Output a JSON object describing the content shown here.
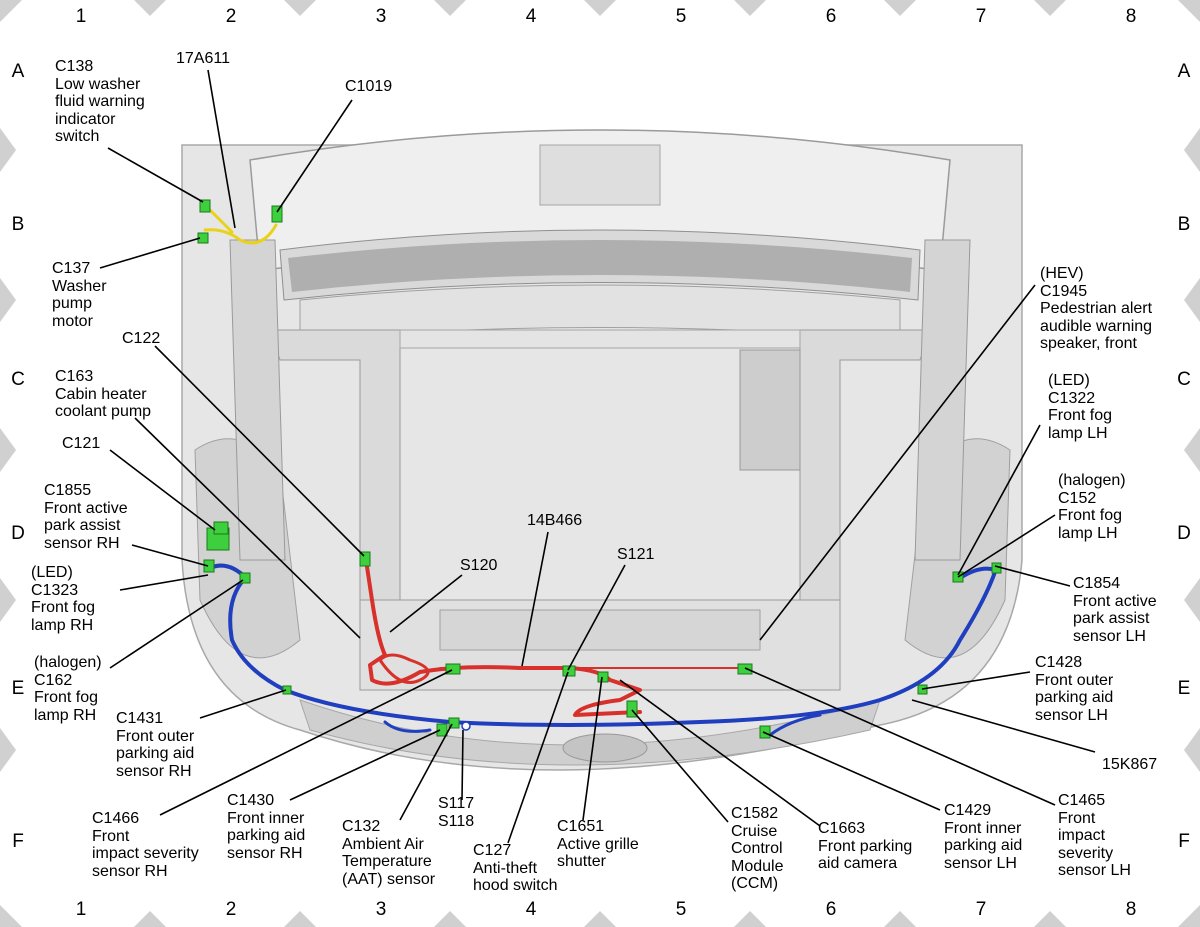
{
  "grid": {
    "columns": [
      "1",
      "2",
      "3",
      "4",
      "5",
      "6",
      "7",
      "8"
    ],
    "rows": [
      "A",
      "B",
      "C",
      "D",
      "E",
      "F"
    ]
  },
  "colors": {
    "harness_front": "#1f3fbf",
    "harness_red": "#d8302a",
    "harness_yellow": "#e8d21a",
    "connector": "#3ecf3e",
    "leader": "#000000",
    "frame_marker": "#d0d0d0"
  },
  "callouts": {
    "c138": "C138\nLow washer\nfluid warning\nindicator\nswitch",
    "h17a611": "17A611",
    "c1019": "C1019",
    "c137": "C137\nWasher\npump\nmotor",
    "c122": "C122",
    "c163": "C163\nCabin heater\ncoolant pump",
    "c121": "C121",
    "c1855": "C1855\nFront active\npark assist\nsensor RH",
    "c1323": "(LED)\nC1323\nFront fog\nlamp RH",
    "c162": "(halogen)\nC162\nFront fog\nlamp RH",
    "c1431": "C1431\nFront outer\nparking aid\nsensor RH",
    "c1466": "C1466\nFront\nimpact severity\nsensor RH",
    "c1430": "C1430\nFront inner\nparking aid\nsensor RH",
    "c132": "C132\nAmbient Air\nTemperature\n(AAT) sensor",
    "s117": "S117\nS118",
    "c127": "C127\nAnti-theft\nhood switch",
    "c1651": "C1651\nActive grille\nshutter",
    "c1582": "C1582\nCruise\nControl\nModule\n(CCM)",
    "c1663": "C1663\nFront parking\naid camera",
    "c1429": "C1429\nFront inner\nparking aid\nsensor LH",
    "c1465": "C1465\nFront\nimpact\nseverity\nsensor LH",
    "h15k867": "15K867",
    "c1428": "C1428\nFront outer\nparking aid\nsensor LH",
    "c1854": "C1854\nFront active\npark assist\nsensor LH",
    "c152": "(halogen)\nC152\nFront fog\nlamp LH",
    "c1322": "(LED)\nC1322\nFront fog\nlamp LH",
    "c1945": "(HEV)\nC1945\nPedestrian alert\naudible warning\nspeaker, front",
    "s120": "S120",
    "h14b466": "14B466",
    "s121": "S121"
  }
}
